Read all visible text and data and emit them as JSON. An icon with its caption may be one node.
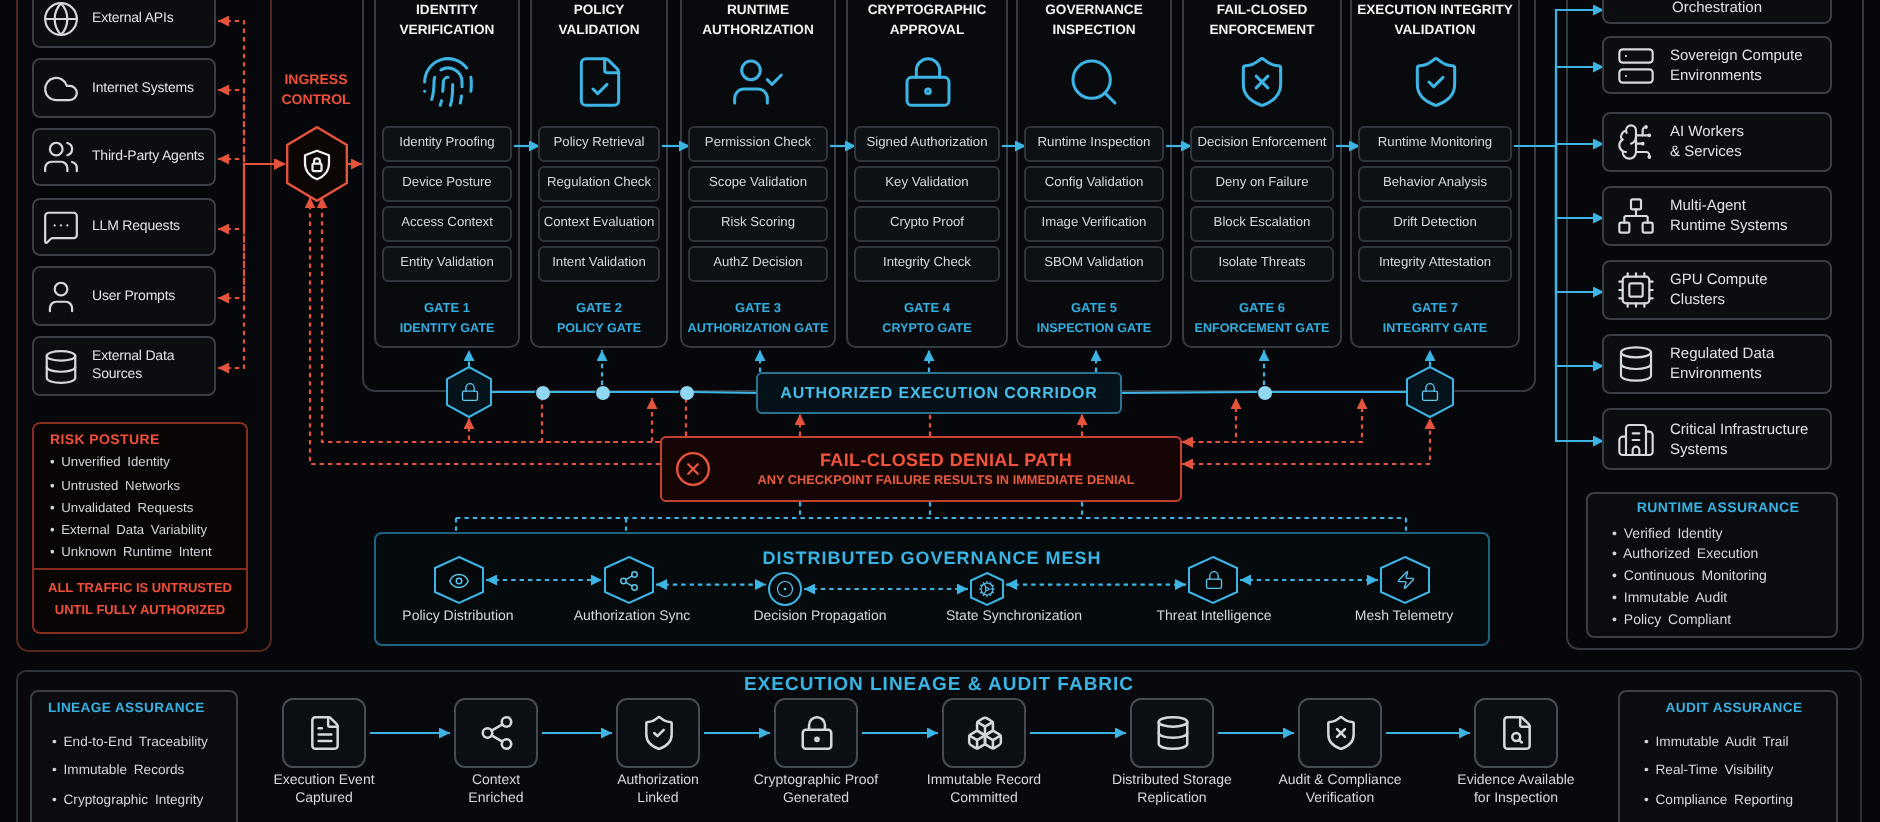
{
  "diagram": {
    "nodes": [
      {
        "text": [],
        "shape": "box"
      },
      {
        "text": [
          "External APIs"
        ],
        "in": 0
      },
      {
        "text": [
          "Internet Systems"
        ],
        "in": 0
      },
      {
        "text": [
          "Third-Party Agents"
        ],
        "in": 0
      },
      {
        "text": [
          "LLM Requests"
        ],
        "in": 0
      },
      {
        "text": [
          "User Prompts"
        ],
        "in": 0
      },
      {
        "text": [
          "External Data Sources"
        ],
        "in": 0
      },
      {
        "text": [
          "RISK POSTURE",
          "• Unverified Identity",
          "• Untrusted Networks",
          "• Unvalidated Requests",
          "• External Data Variability",
          "• Unknown Runtime Intent",
          "ALL TRAFFIC IS UNTRUSTED UNTIL FULLY AUTHORIZED"
        ],
        "in": 0
      },
      {
        "text": [
          "INGRESS CONTROL"
        ]
      },
      {
        "text": [],
        "shape": "box"
      },
      {
        "text": [
          "IDENTITY VERIFICATION",
          "GATE 1",
          "IDENTITY GATE"
        ],
        "in": 9
      },
      {
        "text": [
          "Identity Proofing"
        ],
        "in": 10
      },
      {
        "text": [
          "Device Posture"
        ],
        "in": 10
      },
      {
        "text": [
          "Access Context"
        ],
        "in": 10
      },
      {
        "text": [
          "Entity Validation"
        ],
        "in": 10
      },
      {
        "text": [
          "POLICY VALIDATION",
          "GATE 2",
          "POLICY GATE"
        ],
        "in": 9
      },
      {
        "text": [
          "Policy Retrieval"
        ],
        "in": 15
      },
      {
        "text": [
          "Regulation Check"
        ],
        "in": 15
      },
      {
        "text": [
          "Context Evaluation"
        ],
        "in": 15
      },
      {
        "text": [
          "Intent Validation"
        ],
        "in": 15
      },
      {
        "text": [
          "RUNTIME AUTHORIZATION",
          "GATE 3",
          "AUTHORIZATION GATE"
        ],
        "in": 9
      },
      {
        "text": [
          "Permission Check"
        ],
        "in": 20
      },
      {
        "text": [
          "Scope Validation"
        ],
        "in": 20
      },
      {
        "text": [
          "Risk Scoring"
        ],
        "in": 20
      },
      {
        "text": [
          "AuthZ Decision"
        ],
        "in": 20
      },
      {
        "text": [
          "CRYPTOGRAPHIC APPROVAL",
          "GATE 4",
          "CRYPTO GATE"
        ],
        "in": 9
      },
      {
        "text": [
          "Signed Authorization"
        ],
        "in": 25
      },
      {
        "text": [
          "Key Validation"
        ],
        "in": 25
      },
      {
        "text": [
          "Crypto Proof"
        ],
        "in": 25
      },
      {
        "text": [
          "Integrity Check"
        ],
        "in": 25
      },
      {
        "text": [
          "GOVERNANCE INSPECTION",
          "GATE 5",
          "INSPECTION GATE"
        ],
        "in": 9
      },
      {
        "text": [
          "Runtime Inspection"
        ],
        "in": 30
      },
      {
        "text": [
          "Config Validation"
        ],
        "in": 30
      },
      {
        "text": [
          "Image Verification"
        ],
        "in": 30
      },
      {
        "text": [
          "SBOM Validation"
        ],
        "in": 30
      },
      {
        "text": [
          "FAIL-CLOSED ENFORCEMENT",
          "GATE 6",
          "ENFORCEMENT GATE"
        ],
        "in": 9
      },
      {
        "text": [
          "Decision Enforcement"
        ],
        "in": 35
      },
      {
        "text": [
          "Deny on Failure"
        ],
        "in": 35
      },
      {
        "text": [
          "Block Escalation"
        ],
        "in": 35
      },
      {
        "text": [
          "Isolate Threats"
        ],
        "in": 35
      },
      {
        "text": [
          "EXECUTION INTEGRITY VALIDATION",
          "GATE 7",
          "INTEGRITY GATE"
        ],
        "in": 9
      },
      {
        "text": [
          "Runtime Monitoring"
        ],
        "in": 40
      },
      {
        "text": [
          "Behavior Analysis"
        ],
        "in": 40
      },
      {
        "text": [
          "Drift Detection"
        ],
        "in": 40
      },
      {
        "text": [
          "Integrity Attestation"
        ],
        "in": 40
      },
      {
        "text": [],
        "shape": "box"
      },
      {
        "text": [
          "Orchestration"
        ],
        "in": 45
      },
      {
        "text": [
          "Sovereign Compute Environments"
        ],
        "in": 45
      },
      {
        "text": [
          "AI Workers & Services"
        ],
        "in": 45
      },
      {
        "text": [
          "Multi-Agent Runtime Systems"
        ],
        "in": 45
      },
      {
        "text": [
          "GPU Compute Clusters"
        ],
        "in": 45
      },
      {
        "text": [
          "Regulated Data Environments"
        ],
        "in": 45
      },
      {
        "text": [
          "Critical Infrastructure Systems"
        ],
        "in": 45
      },
      {
        "text": [
          "RUNTIME ASSURANCE",
          "• Verified Identity",
          "• Authorized Execution",
          "• Continuous Monitoring",
          "• Immutable Audit",
          "• Policy Compliant"
        ],
        "in": 45
      },
      {
        "text": [],
        "shape": "hexagon"
      },
      {
        "text": [],
        "shape": "circle"
      },
      {
        "text": [],
        "shape": "circle"
      },
      {
        "text": [],
        "shape": "circle"
      },
      {
        "text": [
          "AUTHORIZED EXECUTION CORRIDOR"
        ]
      },
      {
        "text": [],
        "shape": "circle"
      },
      {
        "text": [],
        "shape": "hexagon"
      },
      {
        "text": [
          "FAIL-CLOSED DENIAL PATH",
          "ANY CHECKPOINT FAILURE RESULTS IN IMMEDIATE DENIAL"
        ]
      },
      {
        "text": [
          "DISTRIBUTED GOVERNANCE MESH"
        ]
      },
      {
        "text": [],
        "shape": "hexagon",
        "beside": [
          "Policy Distribution"
        ],
        "in": 62
      },
      {
        "text": [],
        "shape": "hexagon",
        "beside": [
          "Authorization Sync"
        ],
        "in": 62
      },
      {
        "text": [],
        "shape": "circle",
        "beside": [
          "Decision Propagation"
        ],
        "in": 62
      },
      {
        "text": [],
        "shape": "hexagon",
        "beside": [
          "State Synchronization"
        ],
        "in": 62
      },
      {
        "text": [],
        "shape": "hexagon",
        "beside": [
          "Threat Intelligence"
        ],
        "in": 62
      },
      {
        "text": [],
        "shape": "hexagon",
        "beside": [
          "Mesh Telemetry"
        ],
        "in": 62
      },
      {
        "text": [
          "EXECUTION LINEAGE & AUDIT FABRIC"
        ]
      },
      {
        "text": [
          "LINEAGE ASSURANCE",
          "• End-to-End Traceability",
          "• Immutable Records",
          "• Cryptographic Integrity"
        ],
        "in": 69
      },
      {
        "text": [],
        "shape": "box",
        "beside": [
          "Execution Event Captured"
        ],
        "in": 69
      },
      {
        "text": [],
        "shape": "box",
        "beside": [
          "Context Enriched"
        ],
        "in": 69
      },
      {
        "text": [],
        "shape": "box",
        "beside": [
          "Authorization Linked"
        ],
        "in": 69
      },
      {
        "text": [],
        "shape": "box",
        "beside": [
          "Cryptographic Proof Generated"
        ],
        "in": 69
      },
      {
        "text": [],
        "shape": "box",
        "beside": [
          "Immutable Record Committed"
        ],
        "in": 69
      },
      {
        "text": [],
        "shape": "box",
        "beside": [
          "Distributed Storage Replication"
        ],
        "in": 69
      },
      {
        "text": [],
        "shape": "box",
        "beside": [
          "Audit & Compliance Verification"
        ],
        "in": 69
      },
      {
        "text": [],
        "shape": "box",
        "beside": [
          "Evidence Available for Inspection"
        ],
        "in": 69
      },
      {
        "text": [
          "AUDIT ASSURANCE",
          "• Immutable Audit Trail",
          "• Real-Time Visibility",
          "• Compliance Reporting"
        ],
        "in": 69
      }
    ],
    "edges": [
      {
        "from": 1,
        "to": 8,
        "arrow": "both",
        "style": "dashed",
        "color": "#e5533d"
      },
      {
        "from": 2,
        "to": 8,
        "arrow": "both",
        "style": "dashed",
        "color": "#e5533d"
      },
      {
        "from": 3,
        "to": 8,
        "arrow": "both",
        "style": "dashed",
        "color": "#e5533d"
      },
      {
        "from": 4,
        "to": 8,
        "arrow": "both",
        "style": "dashed",
        "color": "#e5533d"
      },
      {
        "from": 5,
        "to": 8,
        "arrow": "both",
        "style": "dashed",
        "color": "#e5533d"
      },
      {
        "from": 6,
        "to": 8,
        "arrow": "both",
        "style": "dashed",
        "color": "#e5533d"
      },
      {
        "from": 8,
        "to": 9,
        "arrow": "to",
        "color": "#e5533d"
      },
      {
        "from": 11,
        "to": 16,
        "arrow": "to"
      },
      {
        "from": 16,
        "to": 21,
        "arrow": "to"
      },
      {
        "from": 21,
        "to": 26,
        "arrow": "to"
      },
      {
        "from": 26,
        "to": 31,
        "arrow": "to"
      },
      {
        "from": 31,
        "to": 36,
        "arrow": "to"
      },
      {
        "from": 36,
        "to": 41,
        "arrow": "to"
      },
      {
        "from": 41,
        "to": 46,
        "arrow": "to"
      },
      {
        "from": 41,
        "to": 47,
        "arrow": "to"
      },
      {
        "from": 41,
        "to": 48,
        "arrow": "to"
      },
      {
        "from": 41,
        "to": 49,
        "arrow": "to"
      },
      {
        "from": 41,
        "to": 50,
        "arrow": "to"
      },
      {
        "from": 41,
        "to": 51,
        "arrow": "to"
      },
      {
        "from": 41,
        "to": 52,
        "arrow": "to"
      },
      {
        "from": 54,
        "to": 10,
        "arrow": "to",
        "style": "dashed"
      },
      {
        "from": 56,
        "to": 15,
        "arrow": "to",
        "style": "dashed"
      },
      {
        "from": 58,
        "to": 20,
        "arrow": "to",
        "style": "dashed"
      },
      {
        "from": 58,
        "to": 25,
        "arrow": "to",
        "style": "dashed"
      },
      {
        "from": 58,
        "to": 30,
        "arrow": "to",
        "style": "dashed"
      },
      {
        "from": 59,
        "to": 35,
        "arrow": "to",
        "style": "dashed"
      },
      {
        "from": 60,
        "to": 40,
        "arrow": "to",
        "style": "dashed"
      },
      {
        "from": 54,
        "to": 55,
        "arrow": "none"
      },
      {
        "from": 55,
        "to": 56,
        "arrow": "none"
      },
      {
        "from": 56,
        "to": 57,
        "arrow": "none"
      },
      {
        "from": 57,
        "to": 58,
        "arrow": "none"
      },
      {
        "from": 58,
        "to": 59,
        "arrow": "none"
      },
      {
        "from": 59,
        "to": 60,
        "arrow": "none"
      },
      {
        "from": 61,
        "to": 8,
        "arrow": "to",
        "style": "dashed",
        "color": "#e5533d"
      },
      {
        "from": 61,
        "to": 8,
        "arrow": "to",
        "style": "dashed",
        "color": "#e5533d"
      },
      {
        "from": 61,
        "to": 54,
        "arrow": "to",
        "style": "dashed",
        "color": "#e5533d"
      },
      {
        "from": 61,
        "to": 55,
        "arrow": "none",
        "style": "dashed",
        "color": "#e5533d"
      },
      {
        "from": 61,
        "to": 57,
        "arrow": "to",
        "style": "dashed",
        "color": "#e5533d"
      },
      {
        "from": 61,
        "to": 57,
        "arrow": "none",
        "style": "dashed",
        "color": "#e5533d"
      },
      {
        "from": 61,
        "to": 58,
        "arrow": "to",
        "style": "dashed",
        "color": "#e5533d"
      },
      {
        "from": 61,
        "to": 58,
        "arrow": "none",
        "style": "dashed",
        "color": "#e5533d"
      },
      {
        "from": 61,
        "to": 58,
        "arrow": "to",
        "style": "dashed",
        "color": "#e5533d"
      },
      {
        "from": 61,
        "to": 59,
        "arrow": "both",
        "style": "dashed",
        "color": "#e5533d"
      },
      {
        "from": 61,
        "to": 9,
        "arrow": "both",
        "style": "dashed",
        "color": "#e5533d"
      },
      {
        "from": 61,
        "to": 60,
        "arrow": "both",
        "style": "dashed",
        "color": "#e5533d"
      },
      {
        "from": 61,
        "to": 62,
        "arrow": "none",
        "style": "dashed"
      },
      {
        "from": 63,
        "to": 64,
        "arrow": "both",
        "style": "dashed"
      },
      {
        "from": 64,
        "to": 65,
        "arrow": "both",
        "style": "dashed"
      },
      {
        "from": 65,
        "to": 66,
        "arrow": "both",
        "style": "dashed"
      },
      {
        "from": 66,
        "to": 67,
        "arrow": "both",
        "style": "dashed"
      },
      {
        "from": 67,
        "to": 68,
        "arrow": "both",
        "style": "dashed"
      },
      {
        "from": 71,
        "to": 72,
        "arrow": "to"
      },
      {
        "from": 72,
        "to": 73,
        "arrow": "to"
      },
      {
        "from": 73,
        "to": 74,
        "arrow": "to"
      },
      {
        "from": 74,
        "to": 75,
        "arrow": "to"
      },
      {
        "from": 75,
        "to": 76,
        "arrow": "to"
      },
      {
        "from": 76,
        "to": 77,
        "arrow": "to"
      },
      {
        "from": 77,
        "to": 78,
        "arrow": "to"
      }
    ]
  }
}
